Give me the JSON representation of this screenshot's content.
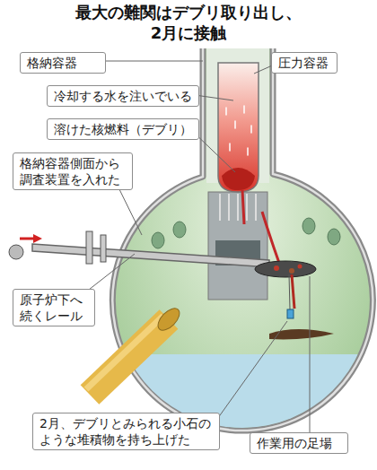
{
  "diagram": {
    "title": "最大の難関はデブリ取り出し、2月に接触",
    "nodes": [
      {
        "text": [
          "格納容器"
        ]
      },
      {
        "text": [
          "圧力容器"
        ]
      },
      {
        "text": [
          "冷却する水を注いでいる"
        ]
      },
      {
        "text": [
          "溶けた核燃料（デブリ）"
        ]
      },
      {
        "text": [
          "格納容器側面から調査装置を入れた"
        ]
      },
      {
        "text": [
          "原子炉下へ続くレール"
        ]
      },
      {
        "text": [
          "2月、デブリとみられる小石のような堆積物を持ち上げた"
        ]
      },
      {
        "text": [
          "作業用の足場"
        ]
      }
    ]
  }
}
